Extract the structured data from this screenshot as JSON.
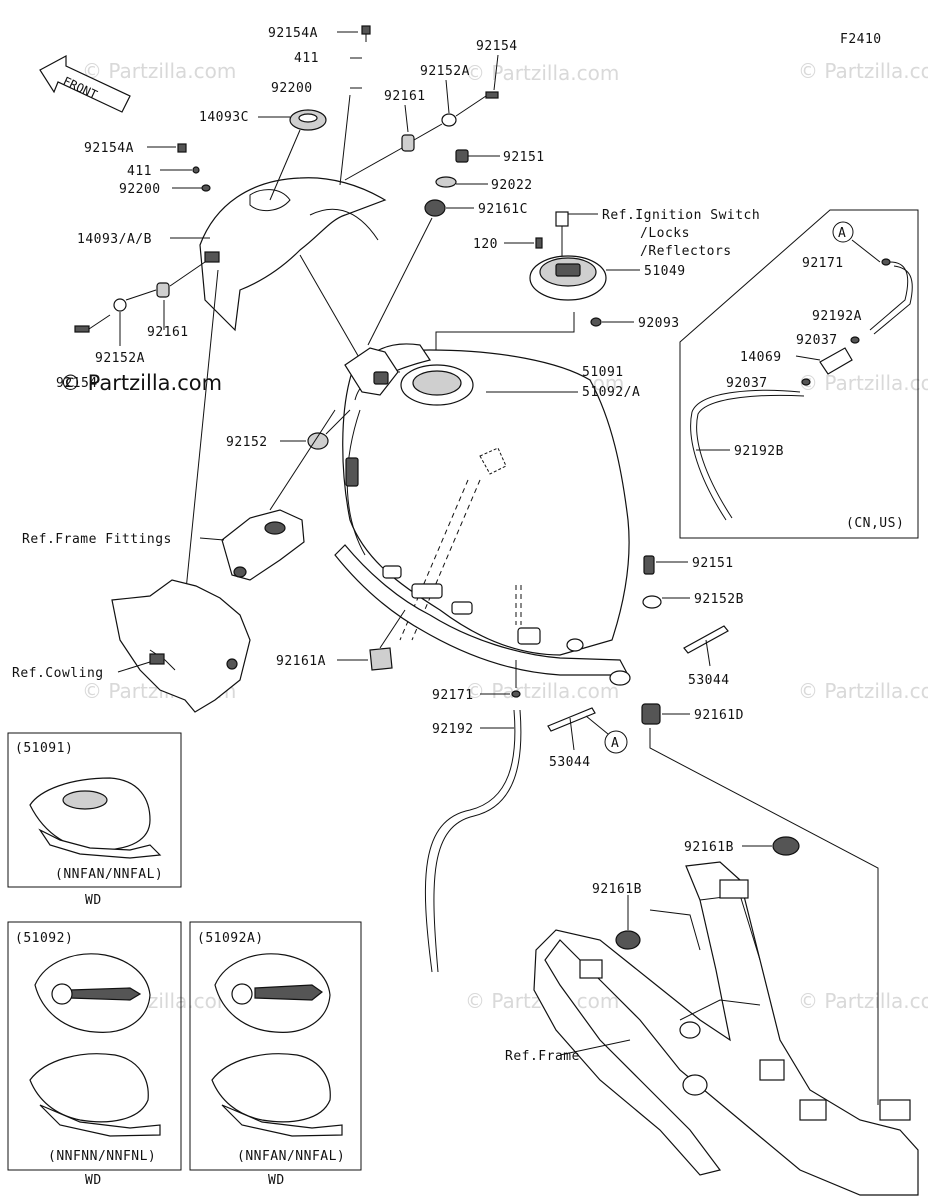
{
  "figure_code": "F2410",
  "watermark": "© Partzilla.com",
  "front_arrow": "FRONT",
  "callouts": {
    "c92154A_top": "92154A",
    "c411_top": "411",
    "c92200_top": "92200",
    "c14093C": "14093C",
    "c92154": "92154",
    "c92152A_top": "92152A",
    "c92161_top": "92161",
    "c92154A_left": "92154A",
    "c411_left": "411",
    "c92200_left": "92200",
    "c14093AB": "14093/A/B",
    "c92161_left": "92161",
    "c92152A_left": "92152A",
    "c92154_left": "92154",
    "c92151_top": "92151",
    "c92022": "92022",
    "c92161C": "92161C",
    "c_ref_ignition": "Ref.Ignition Switch",
    "c_locks": "/Locks",
    "c_reflectors": "/Reflectors",
    "c120": "120",
    "c51049": "51049",
    "c92093": "92093",
    "c51091": "51091",
    "c51092A": "51092/A",
    "c92152": "92152",
    "c_ref_frame_fittings": "Ref.Frame Fittings",
    "c_ref_cowling": "Ref.Cowling",
    "c92161A": "92161A",
    "c92171_main": "92171",
    "c92192": "92192",
    "c53044_right": "53044",
    "c53044_bottom": "53044",
    "cA_main": "A",
    "c92151_right": "92151",
    "c92152B": "92152B",
    "c92161D": "92161D",
    "c92161B_right": "92161B",
    "c92161B_left": "92161B",
    "c_ref_frame": "Ref.Frame"
  },
  "inset_cn_us": {
    "circle_label": "A",
    "c92171": "92171",
    "c92192A": "92192A",
    "c92037_a": "92037",
    "c14069": "14069",
    "c92037_b": "92037",
    "c92192B": "92192B",
    "region": "(CN,US)"
  },
  "variant_boxes": [
    {
      "part": "(51091)",
      "models": "(NNFAN/NNFAL)",
      "color": "WD"
    },
    {
      "part": "(51092)",
      "models": "(NNFNN/NNFNL)",
      "color": "WD"
    },
    {
      "part": "(51092A)",
      "models": "(NNFAN/NNFAL)",
      "color": "WD"
    }
  ]
}
